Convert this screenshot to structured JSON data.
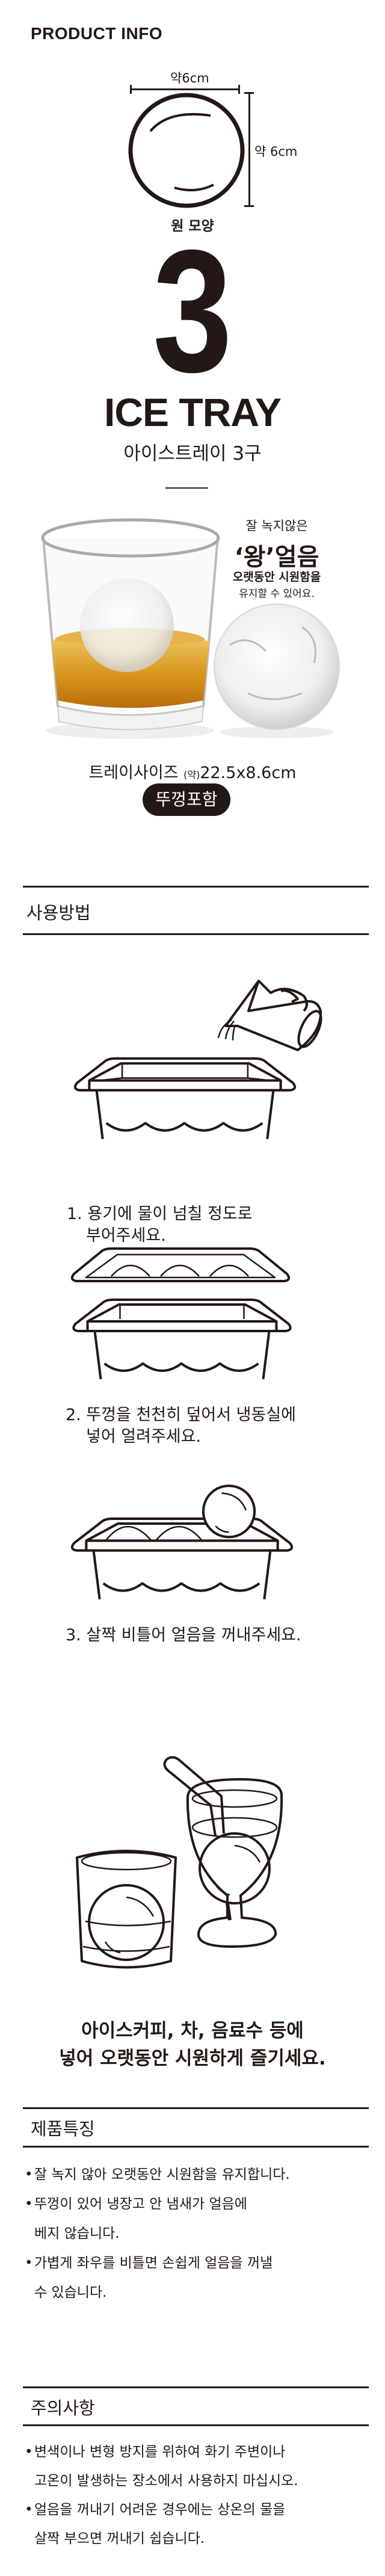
{
  "header": {
    "title": "PRODUCT INFO"
  },
  "shape": {
    "width_label": "약6cm",
    "height_label": "약 6cm",
    "shape_label": "원 모양"
  },
  "product": {
    "count": "3",
    "name": "ICE TRAY",
    "name_ko": "아이스트레이 3구"
  },
  "promo": {
    "line1": "잘 녹지않은",
    "line2": "‘왕’얼음",
    "line3": "오랫동안 시원함을",
    "line4": "유지할 수 있어요."
  },
  "size": {
    "label": "트레이사이즈",
    "approx": "(약)",
    "value": "22.5x8.6cm"
  },
  "badge": {
    "label": "뚜껑포함"
  },
  "usage": {
    "title": "사용방법",
    "steps": [
      {
        "num": "1.",
        "lines": [
          "용기에 물이 넘칠 정도로",
          "부어주세요."
        ]
      },
      {
        "num": "2.",
        "lines": [
          "뚜껑을 천천히 덮어서 냉동실에",
          "넣어 얼려주세요."
        ]
      },
      {
        "num": "3.",
        "lines": [
          "살짝 비틀어 얼음을 꺼내주세요."
        ]
      }
    ],
    "closing": [
      "아이스커피, 차, 음료수 등에",
      "넣어 오랫동안 시원하게 즐기세요."
    ]
  },
  "features": {
    "title": "제품특징",
    "items": [
      [
        "잘 녹지 않아 오랫동안 시원함을 유지합니다."
      ],
      [
        "뚜껑이 있어 냉장고 안 냄새가 얼음에",
        "베지 않습니다."
      ],
      [
        "가볍게 좌우를 비틀면 손쉽게 얼음을 꺼낼",
        "수 있습니다."
      ]
    ]
  },
  "cautions": {
    "title": "주의사항",
    "items": [
      [
        "변색이나 변형 방지를 위하여 화기 주변이나",
        "고온이 발생하는 장소에서 사용하지 마십시오."
      ],
      [
        "얼음을 꺼내기 어려운 경우에는 상온의 물을",
        "살짝 부으면 꺼내기 쉽습니다."
      ]
    ]
  },
  "colors": {
    "ink": "#231815",
    "whisky": "#d9961c"
  }
}
